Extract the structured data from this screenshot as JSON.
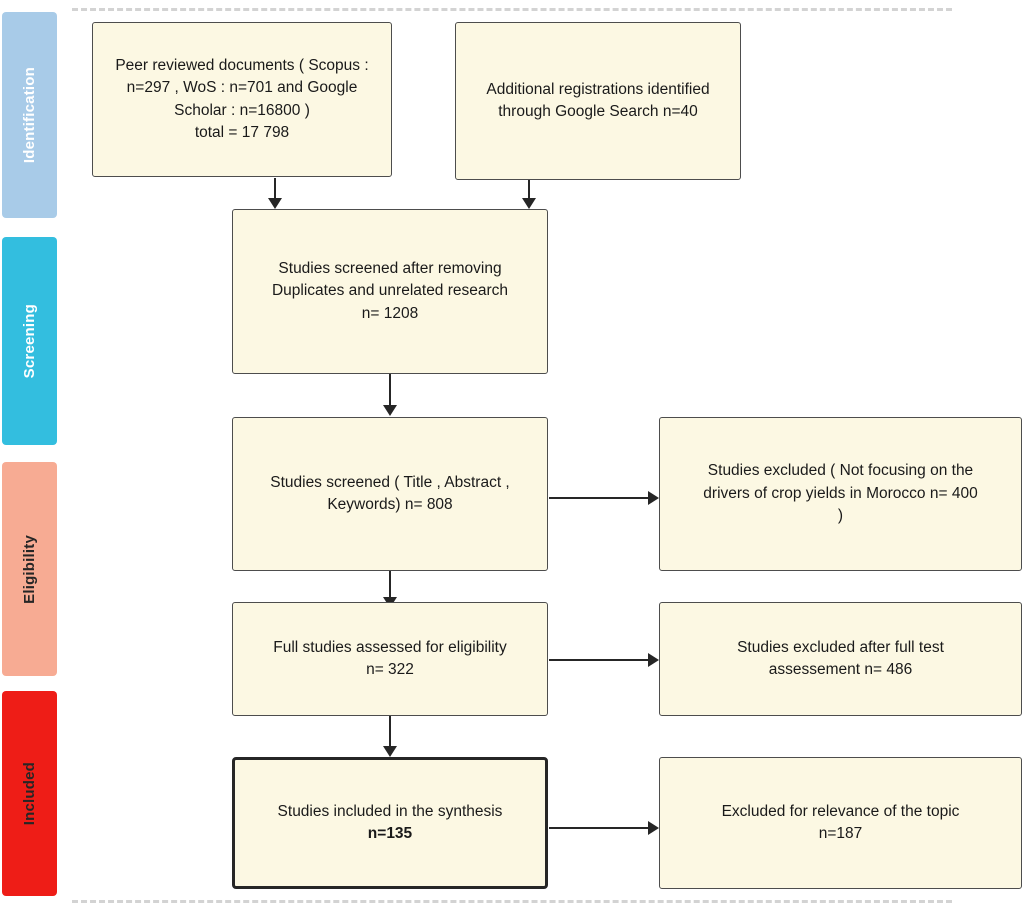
{
  "diagram": {
    "type": "prisma-flow-diagram",
    "frame": {
      "top_divider": "dashed",
      "bottom_divider": "dashed",
      "divider_color": "#d3d3d3"
    },
    "stages": [
      {
        "id": "identification",
        "label": "Identification",
        "bg": "#a8cbe8",
        "fg": "#ffffff"
      },
      {
        "id": "screening",
        "label": "Screening",
        "bg": "#33bedf",
        "fg": "#ffffff"
      },
      {
        "id": "eligibility",
        "label": "Eligibility",
        "bg": "#f7ab93",
        "fg": "#262626"
      },
      {
        "id": "included",
        "label": "Included",
        "bg": "#ee1d17",
        "fg": "#262626"
      }
    ],
    "nodes": [
      {
        "id": "records-identified",
        "text": "Peer reviewed documents ( Scopus :\nn=297 , WoS : n=701 and  Google\nScholar : n=16800 )\ntotal = 17 798",
        "emphasis": false
      },
      {
        "id": "additional-registrations",
        "text": "Additional registrations identified\nthrough Google Search  n=40",
        "emphasis": false
      },
      {
        "id": "after-duplicates-removed",
        "text": "Studies screened after removing\nDuplicates and unrelated research\nn= 1208",
        "emphasis": false
      },
      {
        "id": "studies-screened-tak",
        "text": "Studies screened ( Title , Abstract ,\nKeywords) n= 808",
        "emphasis": false
      },
      {
        "id": "studies-excluded-scope",
        "text": "Studies excluded ( Not focusing on the\ndrivers of crop yields in Morocco  n= 400\n)",
        "emphasis": false
      },
      {
        "id": "full-studies-eligibility",
        "text": "Full studies assessed for eligibility\nn= 322",
        "emphasis": false
      },
      {
        "id": "studies-excluded-fulltext",
        "text": "Studies excluded after full test\nassessement n= 486",
        "emphasis": false
      },
      {
        "id": "studies-included",
        "text": "Studies included in the synthesis",
        "subtext": "n=135",
        "emphasis": true
      },
      {
        "id": "excluded-relevance",
        "text": "Excluded for relevance of the topic\nn=187",
        "emphasis": false
      }
    ],
    "counts": {
      "scopus": 297,
      "wos": 701,
      "google_scholar": 16800,
      "total_identified": 17798,
      "additional_google_search": 40,
      "after_duplicates": 1208,
      "screened_title_abstract_keywords": 808,
      "excluded_not_focusing": 400,
      "full_text_assessed": 322,
      "excluded_after_full_text": 486,
      "included_in_synthesis": 135,
      "excluded_for_relevance": 187
    },
    "style": {
      "box_fill": "#fcf8e3",
      "box_border": "#4d4d4d",
      "emphasis_border": "#262626",
      "connector": "#262626",
      "text": "#1a1a1a"
    }
  }
}
